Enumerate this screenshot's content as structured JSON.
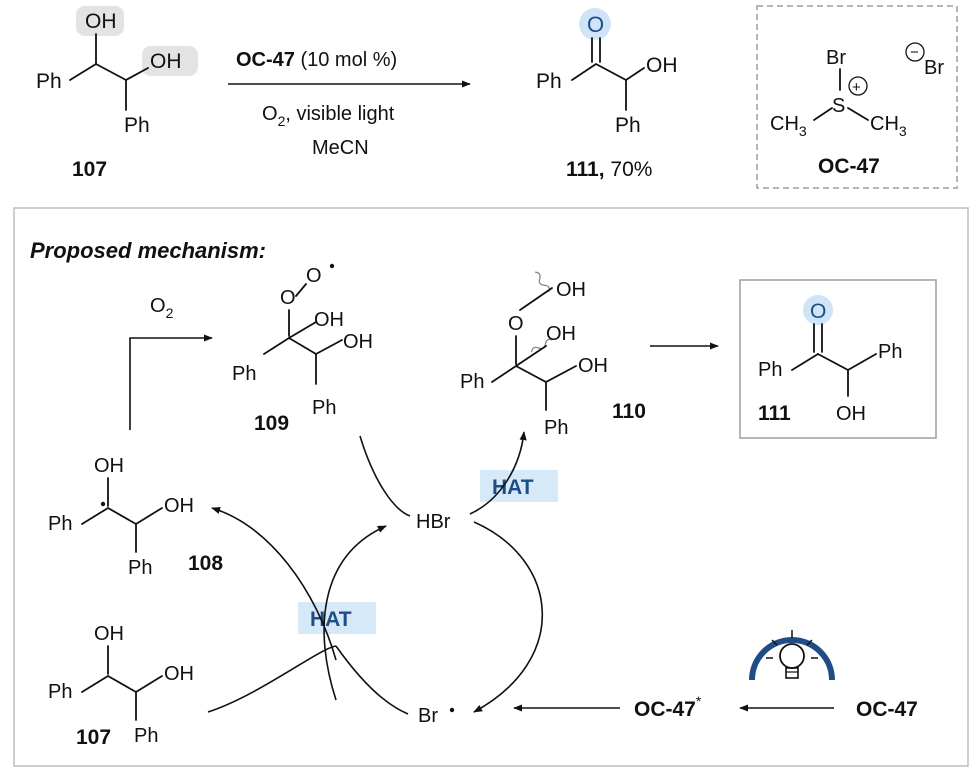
{
  "colors": {
    "accent": "#1f4e86",
    "highlight": "#d6e9f8",
    "panel_border": "#bdbdbd"
  },
  "top": {
    "reagent_bold": "OC-47",
    "reagent_rest": " (10 mol %)",
    "conditions_line1_a": "O",
    "conditions_line1_sub": "2",
    "conditions_line1_b": ", visible light",
    "solvent": "MeCN",
    "sm_label": "107",
    "product_label": "111,",
    "product_yield": " 70%",
    "catalyst_label": "OC-47",
    "catalyst_structure": {
      "br_top": "Br",
      "s": "S",
      "plus": "+",
      "ch3": "CH",
      "three": "3",
      "minus": "−",
      "br_counter": "Br"
    },
    "sm_atoms": {
      "oh1": "OH",
      "oh2": "OH",
      "ph1": "Ph",
      "ph2": "Ph"
    },
    "product_atoms": {
      "o": "O",
      "oh": "OH",
      "ph1": "Ph",
      "ph2": "Ph"
    }
  },
  "mechanism": {
    "title": "Proposed mechanism:",
    "o2_a": "O",
    "o2_sub": "2",
    "compound_109": {
      "label": "109",
      "o": "O",
      "oh1": "OH",
      "oh2": "OH",
      "ph1": "Ph",
      "ph2": "Ph"
    },
    "compound_110": {
      "label": "110",
      "o": "O",
      "oh_top": "OH",
      "oh1": "OH",
      "oh2": "OH",
      "ph1": "Ph",
      "ph2": "Ph"
    },
    "compound_111": {
      "label": "111",
      "o": "O",
      "oh": "OH",
      "ph1": "Ph",
      "ph2": "Ph"
    },
    "compound_108": {
      "label": "108",
      "oh1": "OH",
      "oh2": "OH",
      "ph1": "Ph",
      "ph2": "Ph"
    },
    "compound_107": {
      "label": "107",
      "oh1": "OH",
      "oh2": "OH",
      "ph1": "Ph",
      "ph2": "Ph"
    },
    "hbr": "HBr",
    "br_radical": "Br",
    "hat_upper": "HAT",
    "hat_lower": "HAT",
    "oc47_excited": "OC-47",
    "oc47_star": "*",
    "oc47_ground": "OC-47",
    "light_icon": "lightbulb-icon"
  }
}
